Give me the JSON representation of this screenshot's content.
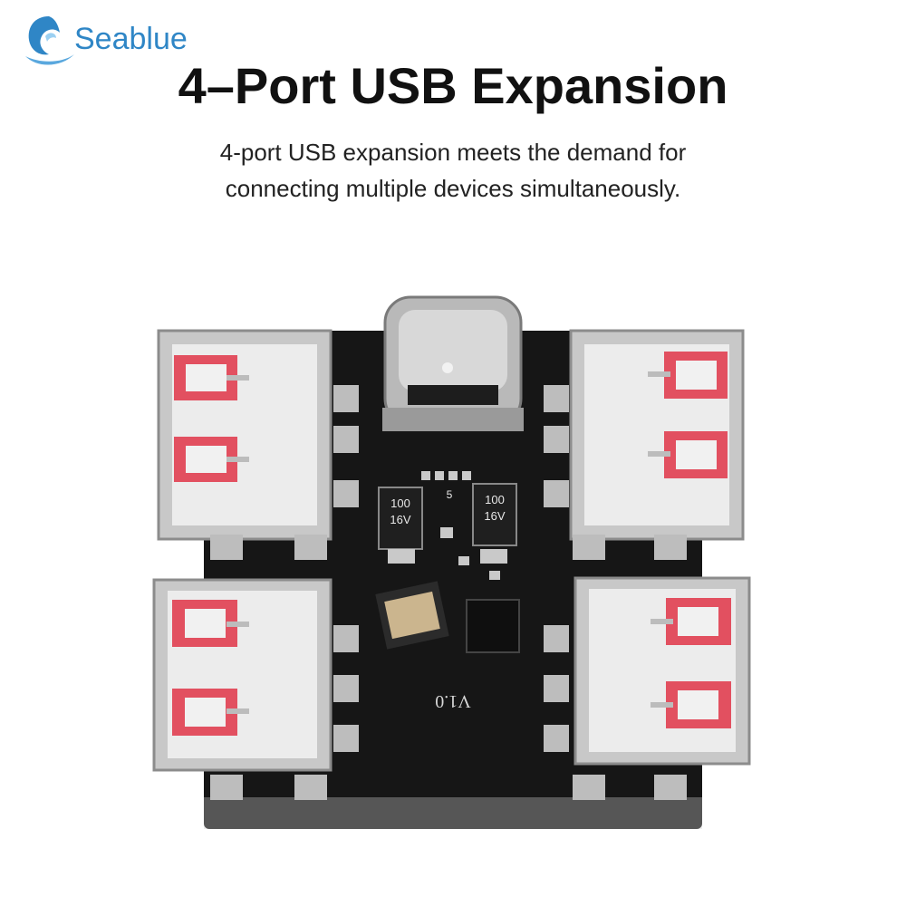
{
  "brand": {
    "name": "Seablue",
    "color": "#2f86c6"
  },
  "header": {
    "title": "4–Port USB Expansion",
    "subtitle_line1": "4-port USB expansion meets the demand for",
    "subtitle_line2": "connecting multiple devices simultaneously."
  },
  "board": {
    "version_label": "V1.0",
    "cap_left_top": "100",
    "cap_left_bottom": "16V",
    "cap_right_top": "100",
    "cap_right_bottom": "16V",
    "marker": "5"
  }
}
